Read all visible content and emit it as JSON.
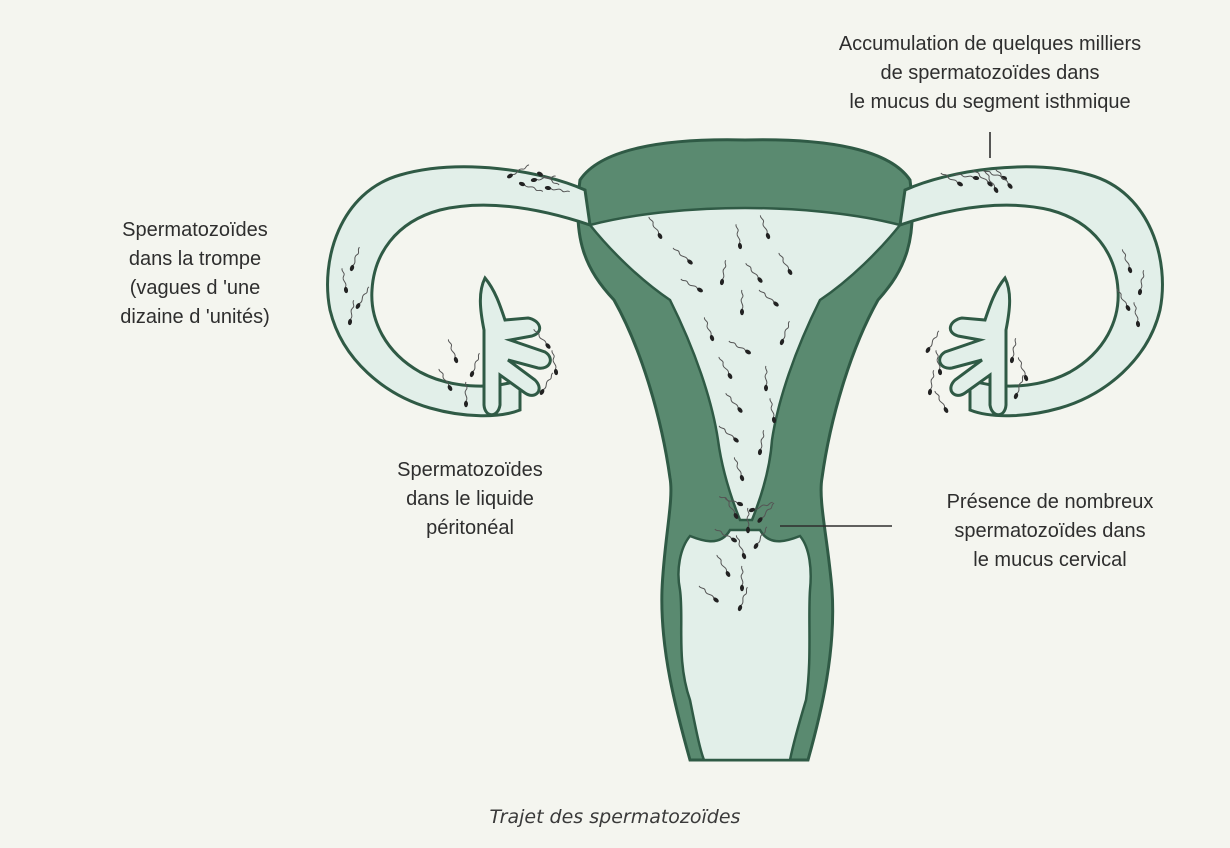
{
  "labels": {
    "isthmic": [
      "Accumulation de quelques milliers",
      "de spermatozoïdes dans",
      "le mucus du segment isthmique"
    ],
    "tube": [
      "Spermatozoïdes",
      "dans la trompe",
      "(vagues d 'une",
      "dizaine d 'unités)"
    ],
    "peritoneal": [
      "Spermatozoïdes",
      "dans le liquide",
      "péritonéal"
    ],
    "cervical": [
      "Présence de nombreux",
      "spermatozoïdes dans",
      "le mucus cervical"
    ]
  },
  "caption": "Trajet des spermatozoïdes",
  "colors": {
    "tissue": "#5a8a70",
    "lumen": "#e2efe9",
    "outline": "#2f5a45",
    "sperm": "#222222",
    "text": "#2e2e2e"
  }
}
